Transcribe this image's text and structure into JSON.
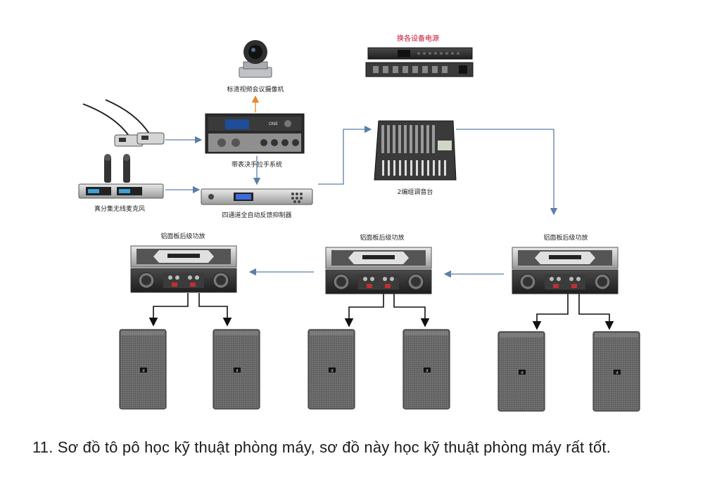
{
  "labels": {
    "camera": "标清视频会议摄像机",
    "conference_system": "带表决手拉手系统",
    "feedback_suppressor": "四通道全自动反馈抑制器",
    "wireless_mic": "真分集无线麦克风",
    "power_sequencer": "换各设备电源",
    "mixer": "2编组调音台",
    "amp_left": "铝面板后级功放",
    "amp_center": "铝面板后级功放",
    "amp_right": "铝面板后级功放"
  },
  "caption": "11. Sơ đồ tô pô học kỹ thuật phòng máy, sơ đồ này học kỹ thuật phòng máy rất tốt.",
  "colors": {
    "connector": "#5b7fa6",
    "speaker_wire": "#111111",
    "camera_link": "#e8892c",
    "header_red": "#c8102e"
  }
}
